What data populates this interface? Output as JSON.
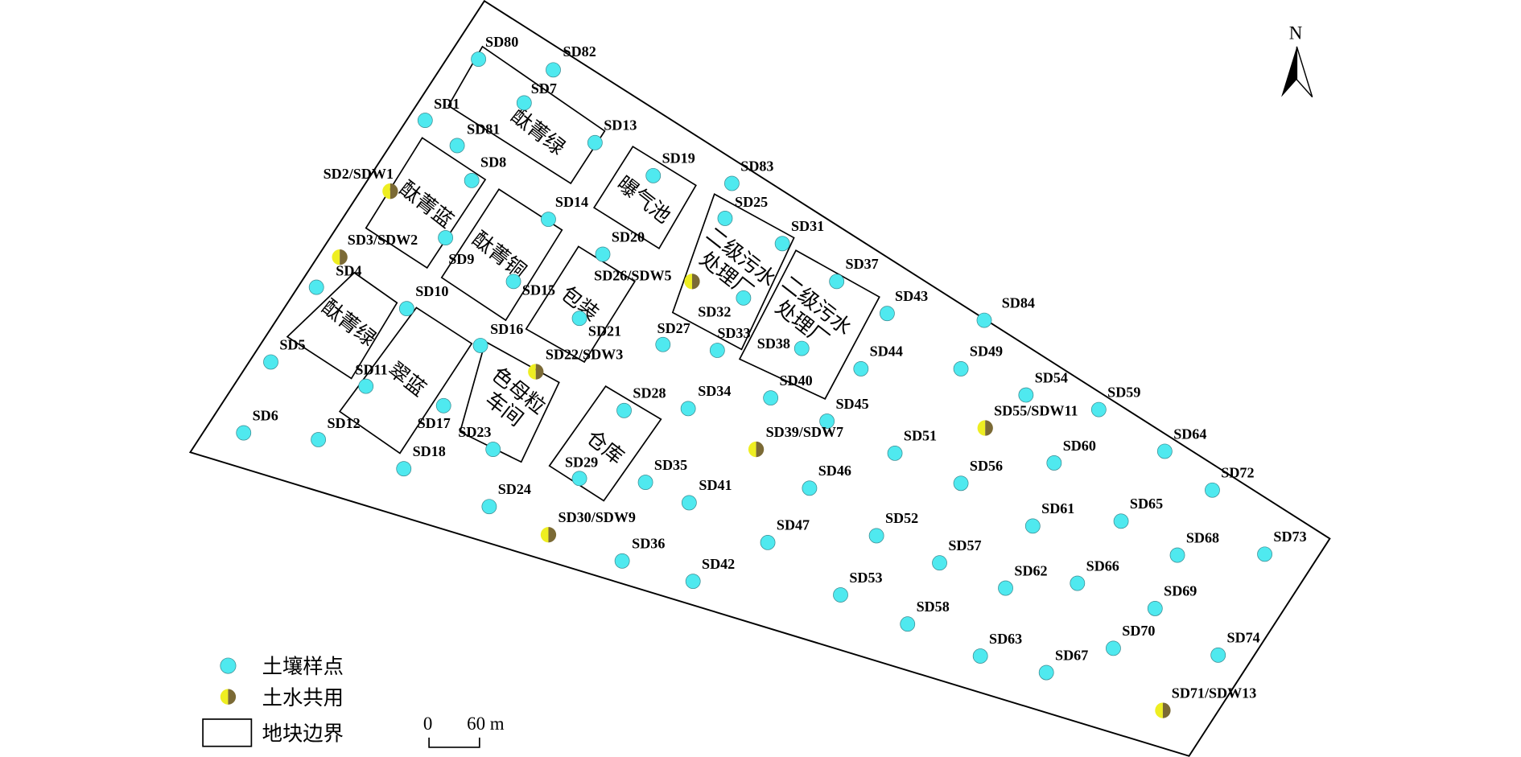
{
  "colors": {
    "soil_point": "#4fe9ef",
    "shared_left": "#eeee22",
    "shared_right": "#7b6a35",
    "boundary": "#000000"
  },
  "north_label": "N",
  "buildings": [
    "酞菁绿",
    "酞菁蓝",
    "酞菁铜",
    "曝气池",
    "包装",
    "酞菁绿",
    "翠蓝",
    "色母粒车间",
    "仓库",
    "二级污水处理厂",
    "二级污水处理厂"
  ],
  "points": [
    {
      "label": "SD80",
      "type": "soil"
    },
    {
      "label": "SD82",
      "type": "soil"
    },
    {
      "label": "SD7",
      "type": "soil"
    },
    {
      "label": "SD1",
      "type": "soil"
    },
    {
      "label": "SD81",
      "type": "soil"
    },
    {
      "label": "SD13",
      "type": "soil"
    },
    {
      "label": "SD8",
      "type": "soil"
    },
    {
      "label": "SD19",
      "type": "soil"
    },
    {
      "label": "SD83",
      "type": "soil"
    },
    {
      "label": "SD2/SDW1",
      "type": "shared"
    },
    {
      "label": "SD14",
      "type": "soil"
    },
    {
      "label": "SD25",
      "type": "soil"
    },
    {
      "label": "SD31",
      "type": "soil"
    },
    {
      "label": "SD3/SDW2",
      "type": "soil"
    },
    {
      "label": "SD20",
      "type": "soil"
    },
    {
      "label": "SD4",
      "type": "soil"
    },
    {
      "label": "SD9",
      "type": "shared"
    },
    {
      "label": "SD10",
      "type": "soil"
    },
    {
      "label": "SD15",
      "type": "soil"
    },
    {
      "label": "SD26/SDW5",
      "type": "shared"
    },
    {
      "label": "SD37",
      "type": "soil"
    },
    {
      "label": "SD43",
      "type": "soil"
    },
    {
      "label": "SD84",
      "type": "soil"
    },
    {
      "label": "SD32",
      "type": "soil"
    },
    {
      "label": "SD21",
      "type": "soil"
    },
    {
      "label": "SD16",
      "type": "soil"
    },
    {
      "label": "SD27",
      "type": "soil"
    },
    {
      "label": "SD33",
      "type": "soil"
    },
    {
      "label": "SD38",
      "type": "soil"
    },
    {
      "label": "SD44",
      "type": "soil"
    },
    {
      "label": "SD49",
      "type": "soil"
    },
    {
      "label": "SD5",
      "type": "soil"
    },
    {
      "label": "SD22/SDW3",
      "type": "shared"
    },
    {
      "label": "SD11",
      "type": "soil"
    },
    {
      "label": "SD54",
      "type": "soil"
    },
    {
      "label": "SD59",
      "type": "soil"
    },
    {
      "label": "SD40",
      "type": "soil"
    },
    {
      "label": "SD34",
      "type": "soil"
    },
    {
      "label": "SD28",
      "type": "soil"
    },
    {
      "label": "SD45",
      "type": "soil"
    },
    {
      "label": "SD17",
      "type": "soil"
    },
    {
      "label": "SD6",
      "type": "soil"
    },
    {
      "label": "SD12",
      "type": "soil"
    },
    {
      "label": "SD55/SDW11",
      "type": "shared"
    },
    {
      "label": "SD39/SDW7",
      "type": "shared"
    },
    {
      "label": "SD51",
      "type": "soil"
    },
    {
      "label": "SD64",
      "type": "soil"
    },
    {
      "label": "SD23",
      "type": "soil"
    },
    {
      "label": "SD60",
      "type": "soil"
    },
    {
      "label": "SD18",
      "type": "soil"
    },
    {
      "label": "SD72",
      "type": "soil"
    },
    {
      "label": "SD29",
      "type": "soil"
    },
    {
      "label": "SD35",
      "type": "soil"
    },
    {
      "label": "SD56",
      "type": "soil"
    },
    {
      "label": "SD46",
      "type": "soil"
    },
    {
      "label": "SD41",
      "type": "soil"
    },
    {
      "label": "SD24",
      "type": "soil"
    },
    {
      "label": "SD65",
      "type": "soil"
    },
    {
      "label": "SD61",
      "type": "soil"
    },
    {
      "label": "SD30/SDW9",
      "type": "shared"
    },
    {
      "label": "SD52",
      "type": "soil"
    },
    {
      "label": "SD47",
      "type": "soil"
    },
    {
      "label": "SD73",
      "type": "soil"
    },
    {
      "label": "SD68",
      "type": "soil"
    },
    {
      "label": "SD36",
      "type": "soil"
    },
    {
      "label": "SD57",
      "type": "soil"
    },
    {
      "label": "SD42",
      "type": "soil"
    },
    {
      "label": "SD62",
      "type": "soil"
    },
    {
      "label": "SD66",
      "type": "soil"
    },
    {
      "label": "SD53",
      "type": "soil"
    },
    {
      "label": "SD69",
      "type": "soil"
    },
    {
      "label": "SD58",
      "type": "soil"
    },
    {
      "label": "SD70",
      "type": "soil"
    },
    {
      "label": "SD63",
      "type": "soil"
    },
    {
      "label": "SD74",
      "type": "soil"
    },
    {
      "label": "SD67",
      "type": "soil"
    },
    {
      "label": "SD71/SDW13",
      "type": "shared"
    }
  ],
  "legend": {
    "soil_point": "土壤样点",
    "shared": "土水共用",
    "boundary": "地块边界"
  },
  "scale_bar": {
    "start": "0",
    "end": "60 m"
  }
}
